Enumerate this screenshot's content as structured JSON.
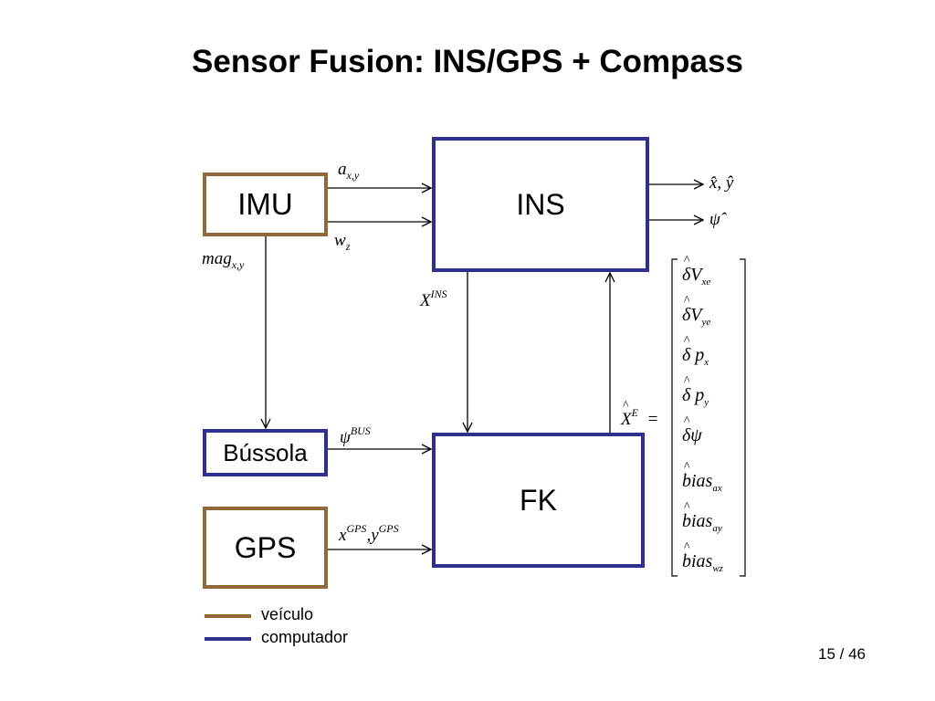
{
  "title": "Sensor Fusion: INS/GPS + Compass",
  "blocks": {
    "imu": "IMU",
    "ins": "INS",
    "bussola": "Bússola",
    "gps": "GPS",
    "fk": "FK"
  },
  "signals": {
    "a": "a",
    "a_sub": "x,y",
    "w": "w",
    "w_sub": "z",
    "mag": "mag",
    "mag_sub": "x,y",
    "x_ins": "X",
    "x_ins_sup": "INS",
    "psi_bus": "ψ",
    "psi_bus_sup": "BUS",
    "x_gps": "x",
    "x_gps_sup": "GPS",
    "comma": ",",
    "y_gps": "y",
    "y_gps_sup": "GPS",
    "out_xy": "x̂, ŷ",
    "out_psi": "ψ̂",
    "xe": "X",
    "xe_sup": "E",
    "equals": "="
  },
  "state_vector": [
    {
      "base": "δV",
      "sub": "xe"
    },
    {
      "base": "δV",
      "sub": "ye"
    },
    {
      "base": "δ p",
      "sub": "x"
    },
    {
      "base": "δ p",
      "sub": "y"
    },
    {
      "base": "δψ",
      "sub": ""
    },
    {
      "base": "bias",
      "sub": "ax"
    },
    {
      "base": "bias",
      "sub": "ay"
    },
    {
      "base": "bias",
      "sub": "wz"
    }
  ],
  "legend": {
    "vehicle": "veículo",
    "computer": "computador",
    "vehicle_color": "#93673a",
    "computer_color": "#2e2f8f"
  },
  "page_number": "15 / 46"
}
